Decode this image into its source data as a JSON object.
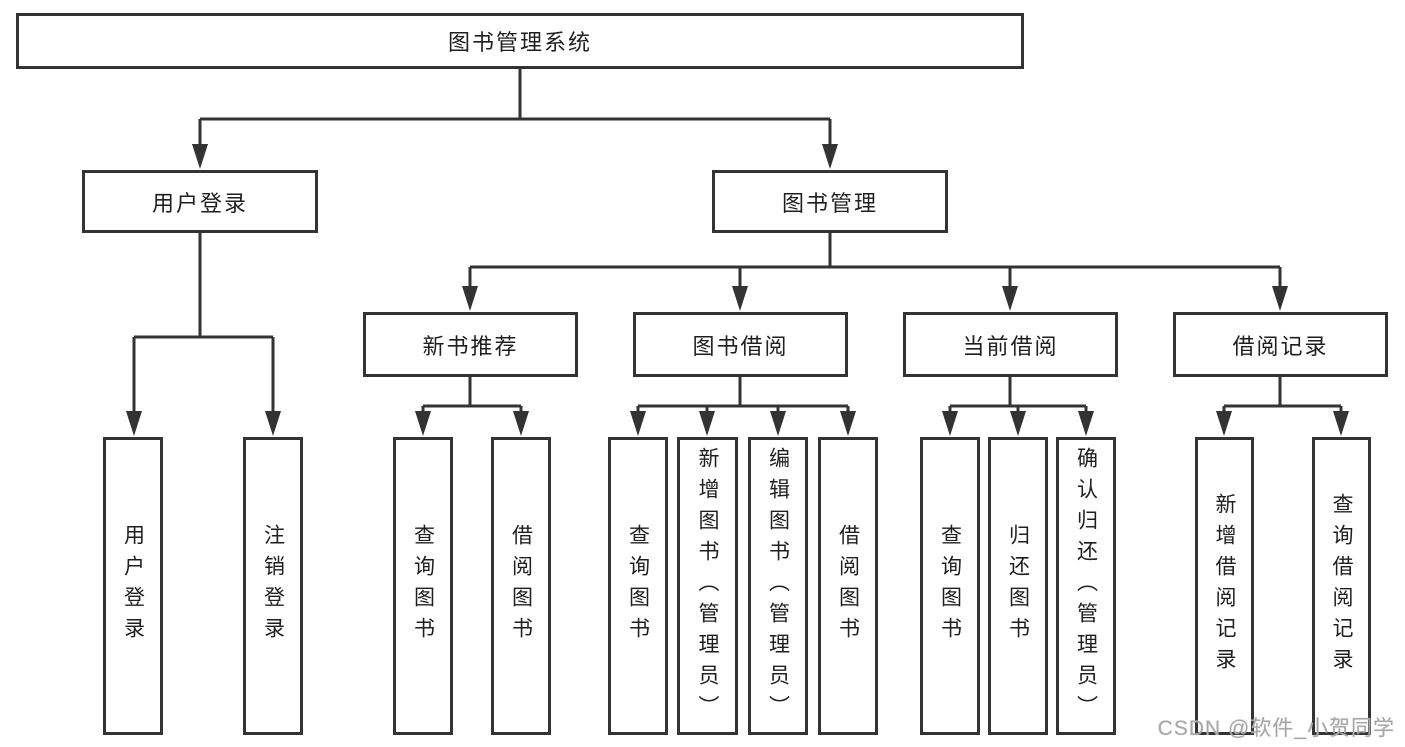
{
  "tree": {
    "root": "图书管理系统",
    "branches": [
      {
        "label": "用户登录",
        "children": [
          "用户登录",
          "注销登录"
        ]
      },
      {
        "label": "图书管理",
        "children": [
          {
            "label": "新书推荐",
            "children": [
              "查询图书",
              "借阅图书"
            ]
          },
          {
            "label": "图书借阅",
            "children": [
              "查询图书",
              "新增图书（管理员）",
              "编辑图书（管理员）",
              "借阅图书"
            ]
          },
          {
            "label": "当前借阅",
            "children": [
              "查询图书",
              "归还图书",
              "确认归还（管理员）"
            ]
          },
          {
            "label": "借阅记录",
            "children": [
              "新增借阅记录",
              "查询借阅记录"
            ]
          }
        ]
      }
    ]
  },
  "watermark": {
    "text": "CSDN @软件_小贺同学"
  },
  "colors": {
    "line": "#333333",
    "box_border": "#333333",
    "text": "#1f1f1f",
    "watermark": "#a8a8a8",
    "background": "#ffffff"
  }
}
